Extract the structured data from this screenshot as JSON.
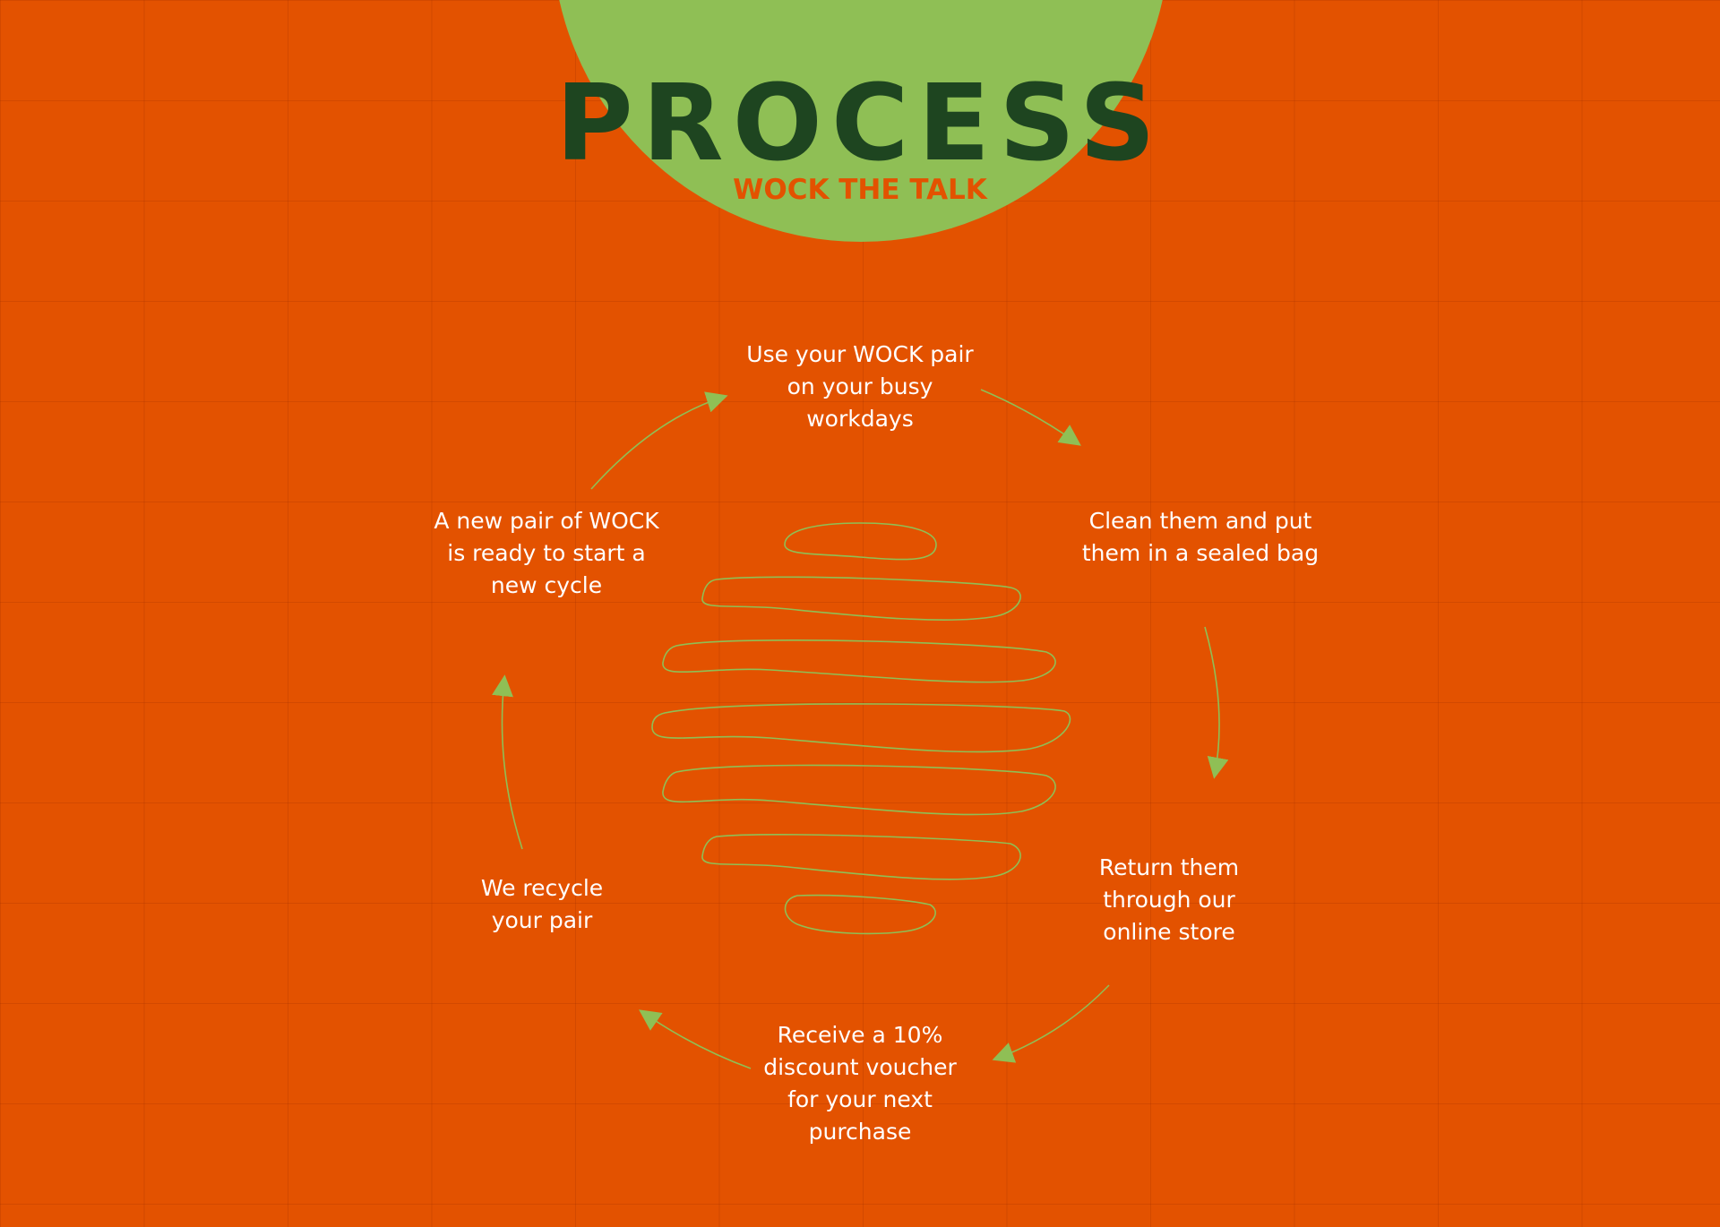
{
  "header": {
    "title": "PROCESS",
    "subtitle": "WOCK THE TALK"
  },
  "steps": [
    {
      "text": "Use your WOCK pair\non your busy\nworkdays"
    },
    {
      "text": "Clean them and put\nthem in a sealed bag"
    },
    {
      "text": "Return them\nthrough our\nonline store"
    },
    {
      "text": "Receive a 10%\ndiscount voucher\nfor your next\npurchase"
    },
    {
      "text": "We recycle\nyour pair"
    },
    {
      "text": "A new pair of WOCK\nis ready to start a\nnew cycle"
    }
  ],
  "colors": {
    "background": "#e35200",
    "accent_green": "#8fbf55",
    "title_green": "#1e4520",
    "text": "#ffffff"
  },
  "icons": {
    "center": "sock-coil-icon",
    "connectors": "arrow-icon"
  }
}
